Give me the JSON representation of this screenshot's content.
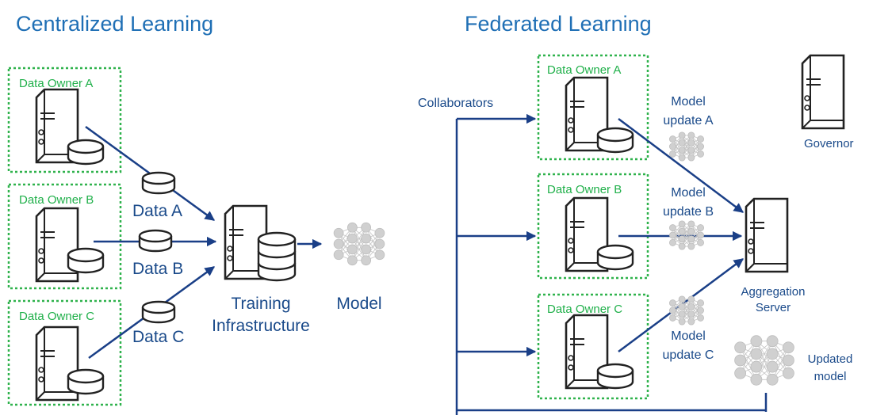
{
  "centralized": {
    "title": "Centralized Learning",
    "owners": [
      "Data Owner A",
      "Data Owner B",
      "Data Owner C"
    ],
    "data_labels": [
      "Data A",
      "Data B",
      "Data C"
    ],
    "training_line1": "Training",
    "training_line2": "Infrastructure",
    "model": "Model"
  },
  "federated": {
    "title": "Federated Learning",
    "collaborators": "Collaborators",
    "owners": [
      "Data Owner A",
      "Data Owner B",
      "Data Owner C"
    ],
    "update_line1": "Model",
    "updates": [
      "update A",
      "update B",
      "update C"
    ],
    "governor": "Governor",
    "aggregation_line1": "Aggregation",
    "aggregation_line2": "Server",
    "updated_line1": "Updated",
    "updated_line2": "model"
  },
  "colors": {
    "title": "#1f6fb5",
    "owner_box": "#2fb24c",
    "arrow": "#1a3f87",
    "label": "#1a4a8a"
  }
}
